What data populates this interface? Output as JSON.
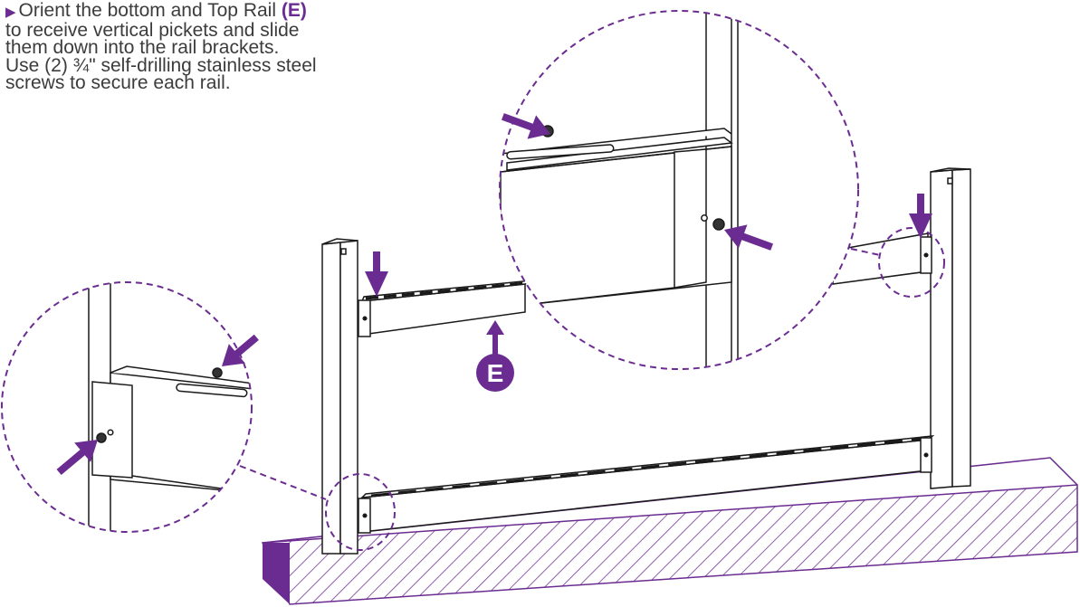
{
  "instructions": {
    "bullet_icon": "triangle-right-icon",
    "text_before": "Orient the bottom and Top Rail ",
    "part_ref": "(E)",
    "line_1_rest": "to receive vertical pickets and slide",
    "line_2": "them down into the rail brackets.",
    "line_3": "Use (2) ¾\" self-drilling stainless steel",
    "line_4": "screws to secure each rail."
  },
  "callout": {
    "label": "E"
  },
  "colors": {
    "accent": "#6b2c91",
    "line": "#1a1a1a",
    "text": "#3c3c3c"
  }
}
